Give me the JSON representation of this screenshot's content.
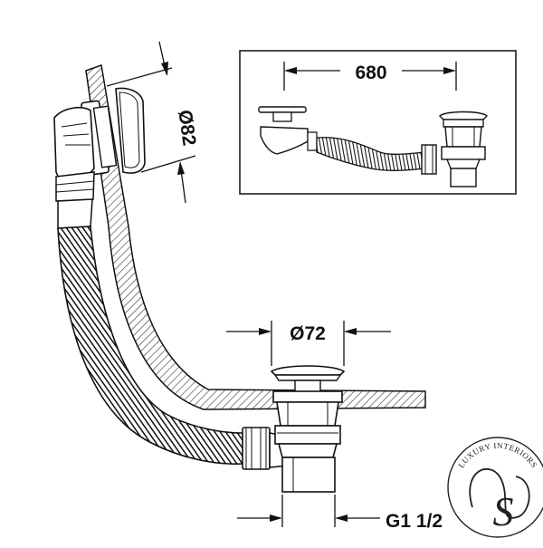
{
  "dimensions": {
    "inset_length": "680",
    "overflow_diameter": "Ø82",
    "waste_diameter": "Ø72",
    "thread": "G1 1/2"
  },
  "logo": {
    "text": "LUXURY INTERIORS",
    "monogram": "S"
  },
  "colors": {
    "line": "#111111",
    "background": "#ffffff"
  }
}
